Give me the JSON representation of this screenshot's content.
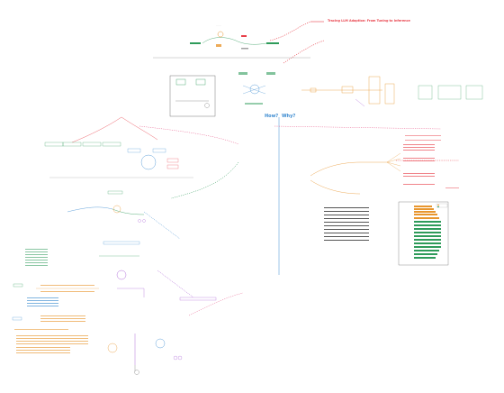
{
  "diagram": {
    "title": "Tracing LLM Adaption: From Tuning to Inference",
    "labels": {
      "how": "How?",
      "why": "Why?"
    },
    "colors": {
      "title": "#e8404a",
      "how_why": "#3a8ad0",
      "green": "#2e9b5a",
      "orange": "#e8962e",
      "purple": "#a04ed0",
      "pink": "#e85a8a",
      "blue": "#3a8ad0",
      "dark": "#333333",
      "gray_line": "#b0b0b0"
    },
    "chart_legend": [
      "■",
      "■"
    ]
  }
}
